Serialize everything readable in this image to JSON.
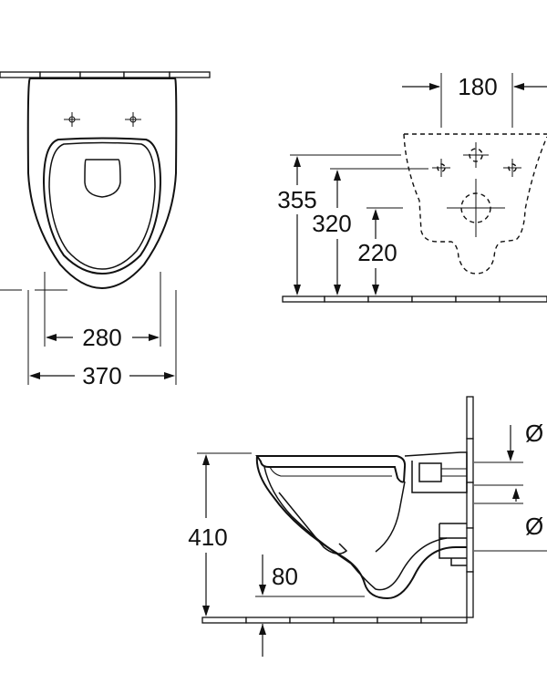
{
  "dimensions": {
    "front_inner_width": "280",
    "front_outer_width": "370",
    "fixing_spacing": "180",
    "height_355": "355",
    "height_320": "320",
    "height_220": "220",
    "side_height": "410",
    "side_inlet_height": "80",
    "pipe_diameter_top": "Ø",
    "pipe_diameter_bottom": "Ø"
  }
}
